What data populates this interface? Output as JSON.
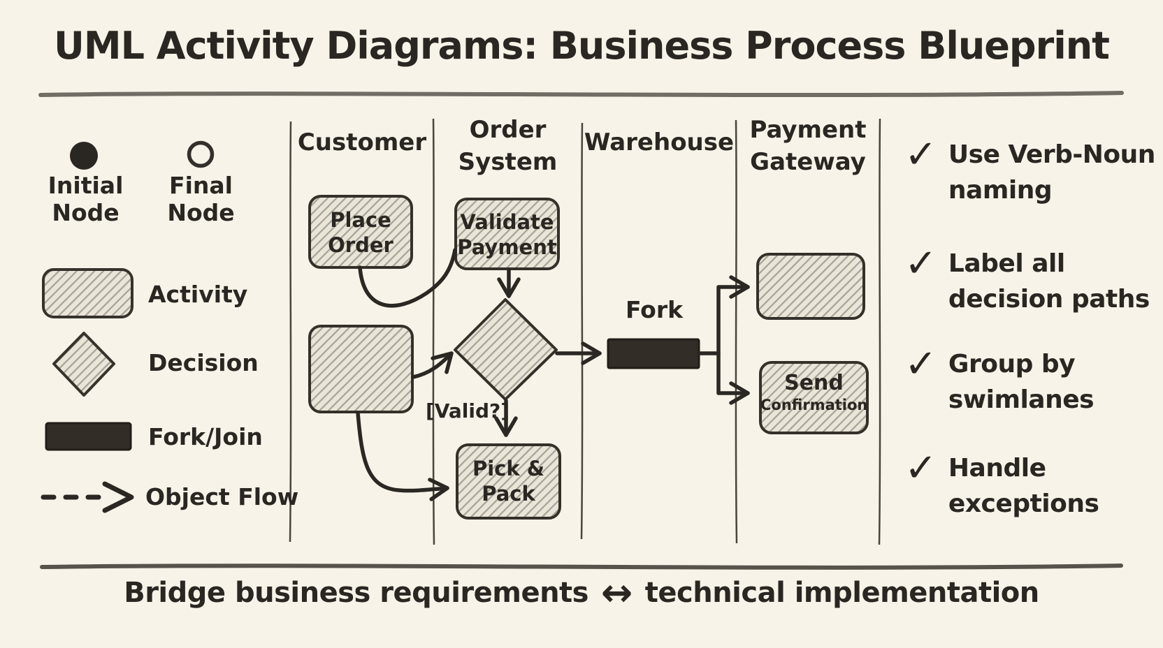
{
  "title": "UML Activity Diagrams: Business Process Blueprint",
  "legend": {
    "initial_node_label": "Initial\nNode",
    "final_node_label": "Final\nNode",
    "activity_label": "Activity",
    "decision_label": "Decision",
    "fork_join_label": "Fork/Join",
    "object_flow_label": "Object Flow"
  },
  "diagram": {
    "lanes": [
      {
        "label": "Customer"
      },
      {
        "label": "Order\nSystem"
      },
      {
        "label": "Warehouse"
      },
      {
        "label": "Payment\nGateway"
      }
    ],
    "nodes": {
      "place_order": "Place\nOrder",
      "validate_payment": "Validate\nPayment",
      "pick_pack": "Pick &\nPack",
      "send_confirmation_line1": "Send",
      "send_confirmation_line2": "Confirmation"
    },
    "labels": {
      "fork": "Fork",
      "guard": "[Valid?]"
    }
  },
  "checklist": {
    "check_glyph": "✓",
    "items": [
      {
        "text": "Use Verb-Noun\nnaming"
      },
      {
        "text": "Label all\ndecision paths"
      },
      {
        "text": "Group by\nswimlanes"
      },
      {
        "text": "Handle\nexceptions"
      }
    ]
  },
  "footer": {
    "left": "Bridge business requirements",
    "arrow": "↔",
    "right": "technical implementation"
  },
  "colors": {
    "background": "#f7f3e8",
    "ink": "#2b2723",
    "hatch_fill": "#e9e5d8",
    "hatch_line": "#a7a295",
    "fork_fill": "#322d26"
  }
}
